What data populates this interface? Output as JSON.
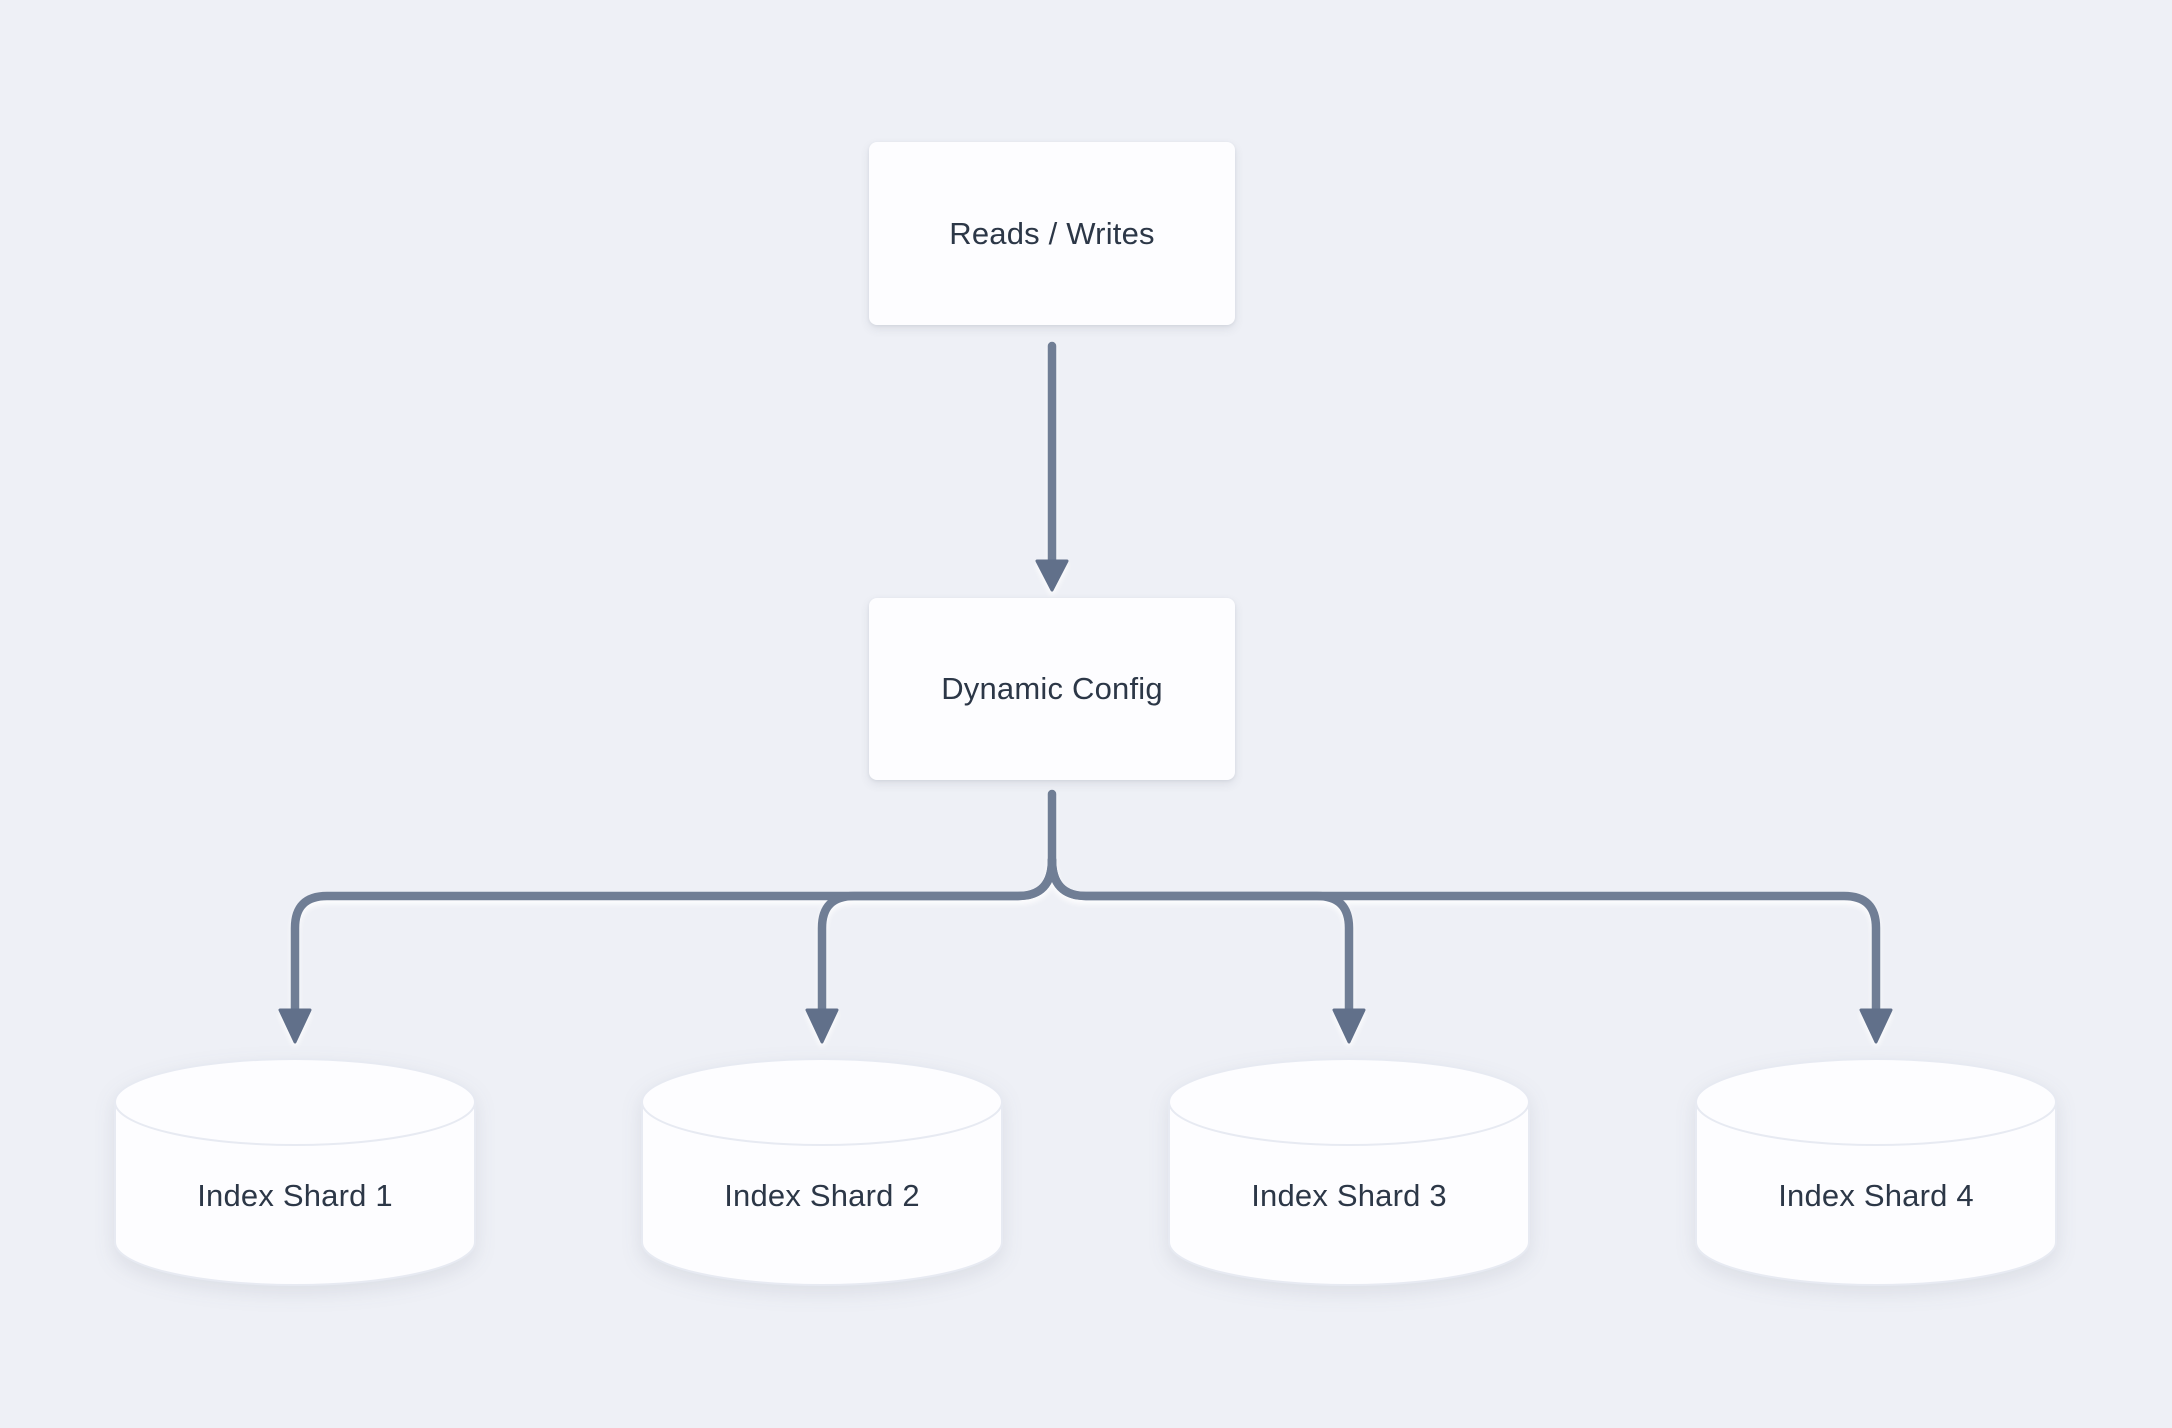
{
  "diagram": {
    "nodes": {
      "source": {
        "label": "Reads / Writes",
        "shape": "rectangle"
      },
      "config": {
        "label": "Dynamic Config",
        "shape": "rectangle"
      },
      "shards": [
        {
          "label": "Index Shard 1",
          "shape": "database-cylinder"
        },
        {
          "label": "Index Shard 2",
          "shape": "database-cylinder"
        },
        {
          "label": "Index Shard 3",
          "shape": "database-cylinder"
        },
        {
          "label": "Index Shard 4",
          "shape": "database-cylinder"
        }
      ]
    },
    "edges": [
      {
        "from": "Reads / Writes",
        "to": "Dynamic Config",
        "arrow": "down"
      },
      {
        "from": "Dynamic Config",
        "to": "Index Shard 1",
        "arrow": "down"
      },
      {
        "from": "Dynamic Config",
        "to": "Index Shard 2",
        "arrow": "down"
      },
      {
        "from": "Dynamic Config",
        "to": "Index Shard 3",
        "arrow": "down"
      },
      {
        "from": "Dynamic Config",
        "to": "Index Shard 4",
        "arrow": "down"
      }
    ],
    "colors": {
      "background": "#EEF0F6",
      "connector": "#707E95",
      "arrowhead": "#61708A",
      "node_fill": "#FDFDFF",
      "node_border": "#E7EAF2",
      "text": "#2C3747"
    }
  }
}
